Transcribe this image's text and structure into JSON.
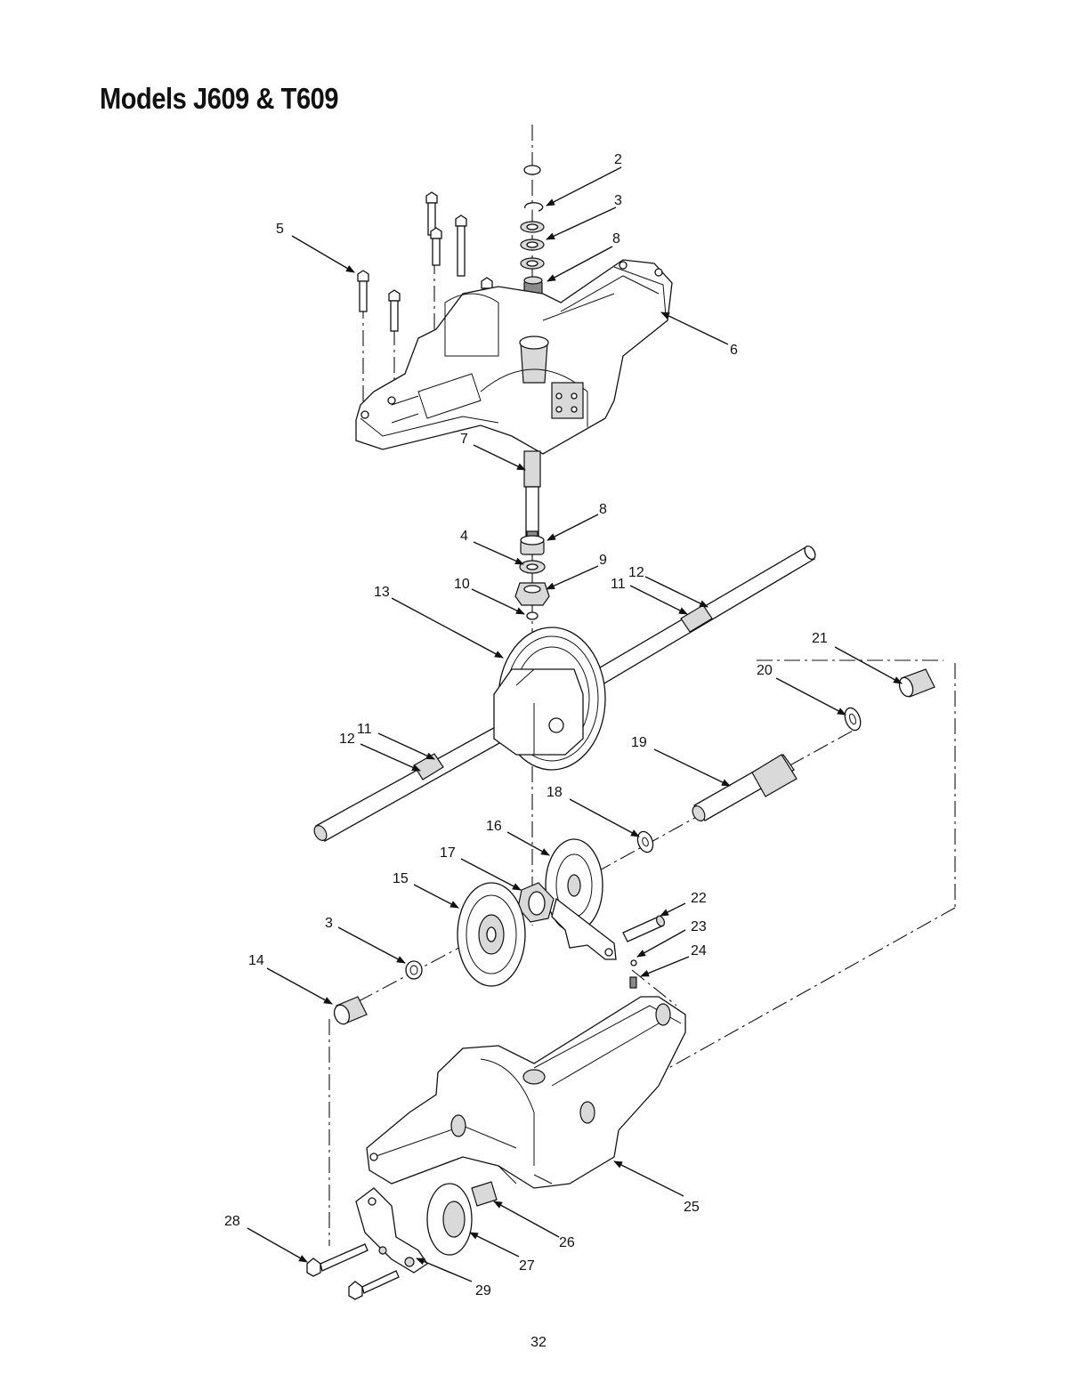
{
  "page": {
    "title": "Models J609 & T609",
    "page_number": "32"
  },
  "callouts": [
    {
      "id": "c2",
      "text": "2"
    },
    {
      "id": "c3a",
      "text": "3"
    },
    {
      "id": "c8a",
      "text": "8"
    },
    {
      "id": "c5",
      "text": "5"
    },
    {
      "id": "c6",
      "text": "6"
    },
    {
      "id": "c7",
      "text": "7"
    },
    {
      "id": "c8b",
      "text": "8"
    },
    {
      "id": "c4",
      "text": "4"
    },
    {
      "id": "c9",
      "text": "9"
    },
    {
      "id": "c10",
      "text": "10"
    },
    {
      "id": "c11a",
      "text": "11"
    },
    {
      "id": "c12a",
      "text": "12"
    },
    {
      "id": "c13",
      "text": "13"
    },
    {
      "id": "c21",
      "text": "21"
    },
    {
      "id": "c20",
      "text": "20"
    },
    {
      "id": "c12b",
      "text": "12"
    },
    {
      "id": "c11b",
      "text": "11"
    },
    {
      "id": "c19",
      "text": "19"
    },
    {
      "id": "c18",
      "text": "18"
    },
    {
      "id": "c16",
      "text": "16"
    },
    {
      "id": "c17",
      "text": "17"
    },
    {
      "id": "c15",
      "text": "15"
    },
    {
      "id": "c22",
      "text": "22"
    },
    {
      "id": "c3b",
      "text": "3"
    },
    {
      "id": "c23",
      "text": "23"
    },
    {
      "id": "c24",
      "text": "24"
    },
    {
      "id": "c14",
      "text": "14"
    },
    {
      "id": "c25",
      "text": "25"
    },
    {
      "id": "c28",
      "text": "28"
    },
    {
      "id": "c26",
      "text": "26"
    },
    {
      "id": "c27",
      "text": "27"
    },
    {
      "id": "c29",
      "text": "29"
    }
  ]
}
